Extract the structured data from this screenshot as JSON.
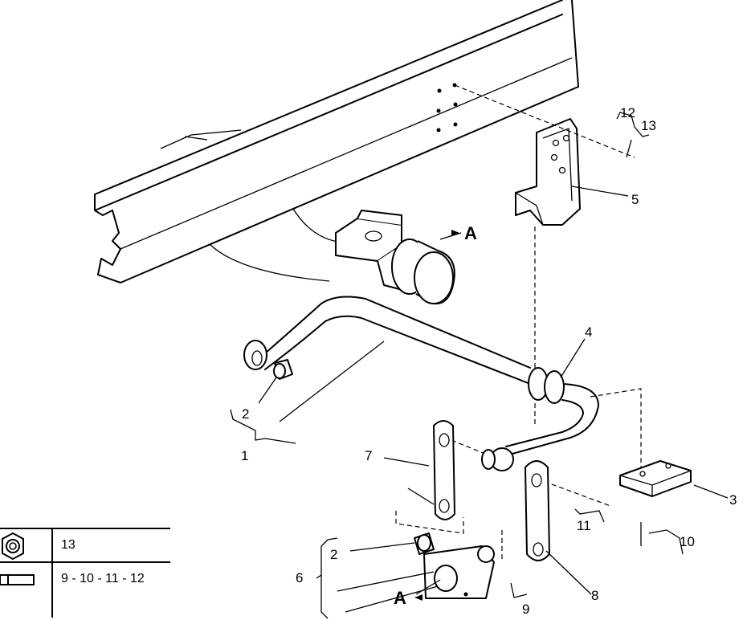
{
  "callouts": {
    "c1": "1",
    "c2a": "2",
    "c2b": "2",
    "c3": "3",
    "c4": "4",
    "c5": "5",
    "c6": "6",
    "c7": "7",
    "c8": "8",
    "c9": "9",
    "c10": "10",
    "c11": "11",
    "c12": "12",
    "c13": "13",
    "detail_a_top": "A",
    "detail_a_bottom": "A"
  },
  "legend": {
    "rows": [
      {
        "icon": "hex-nut-icon",
        "text": "13"
      },
      {
        "icon": "bolt-icon",
        "text": "9 - 10 - 11 - 12"
      }
    ]
  }
}
